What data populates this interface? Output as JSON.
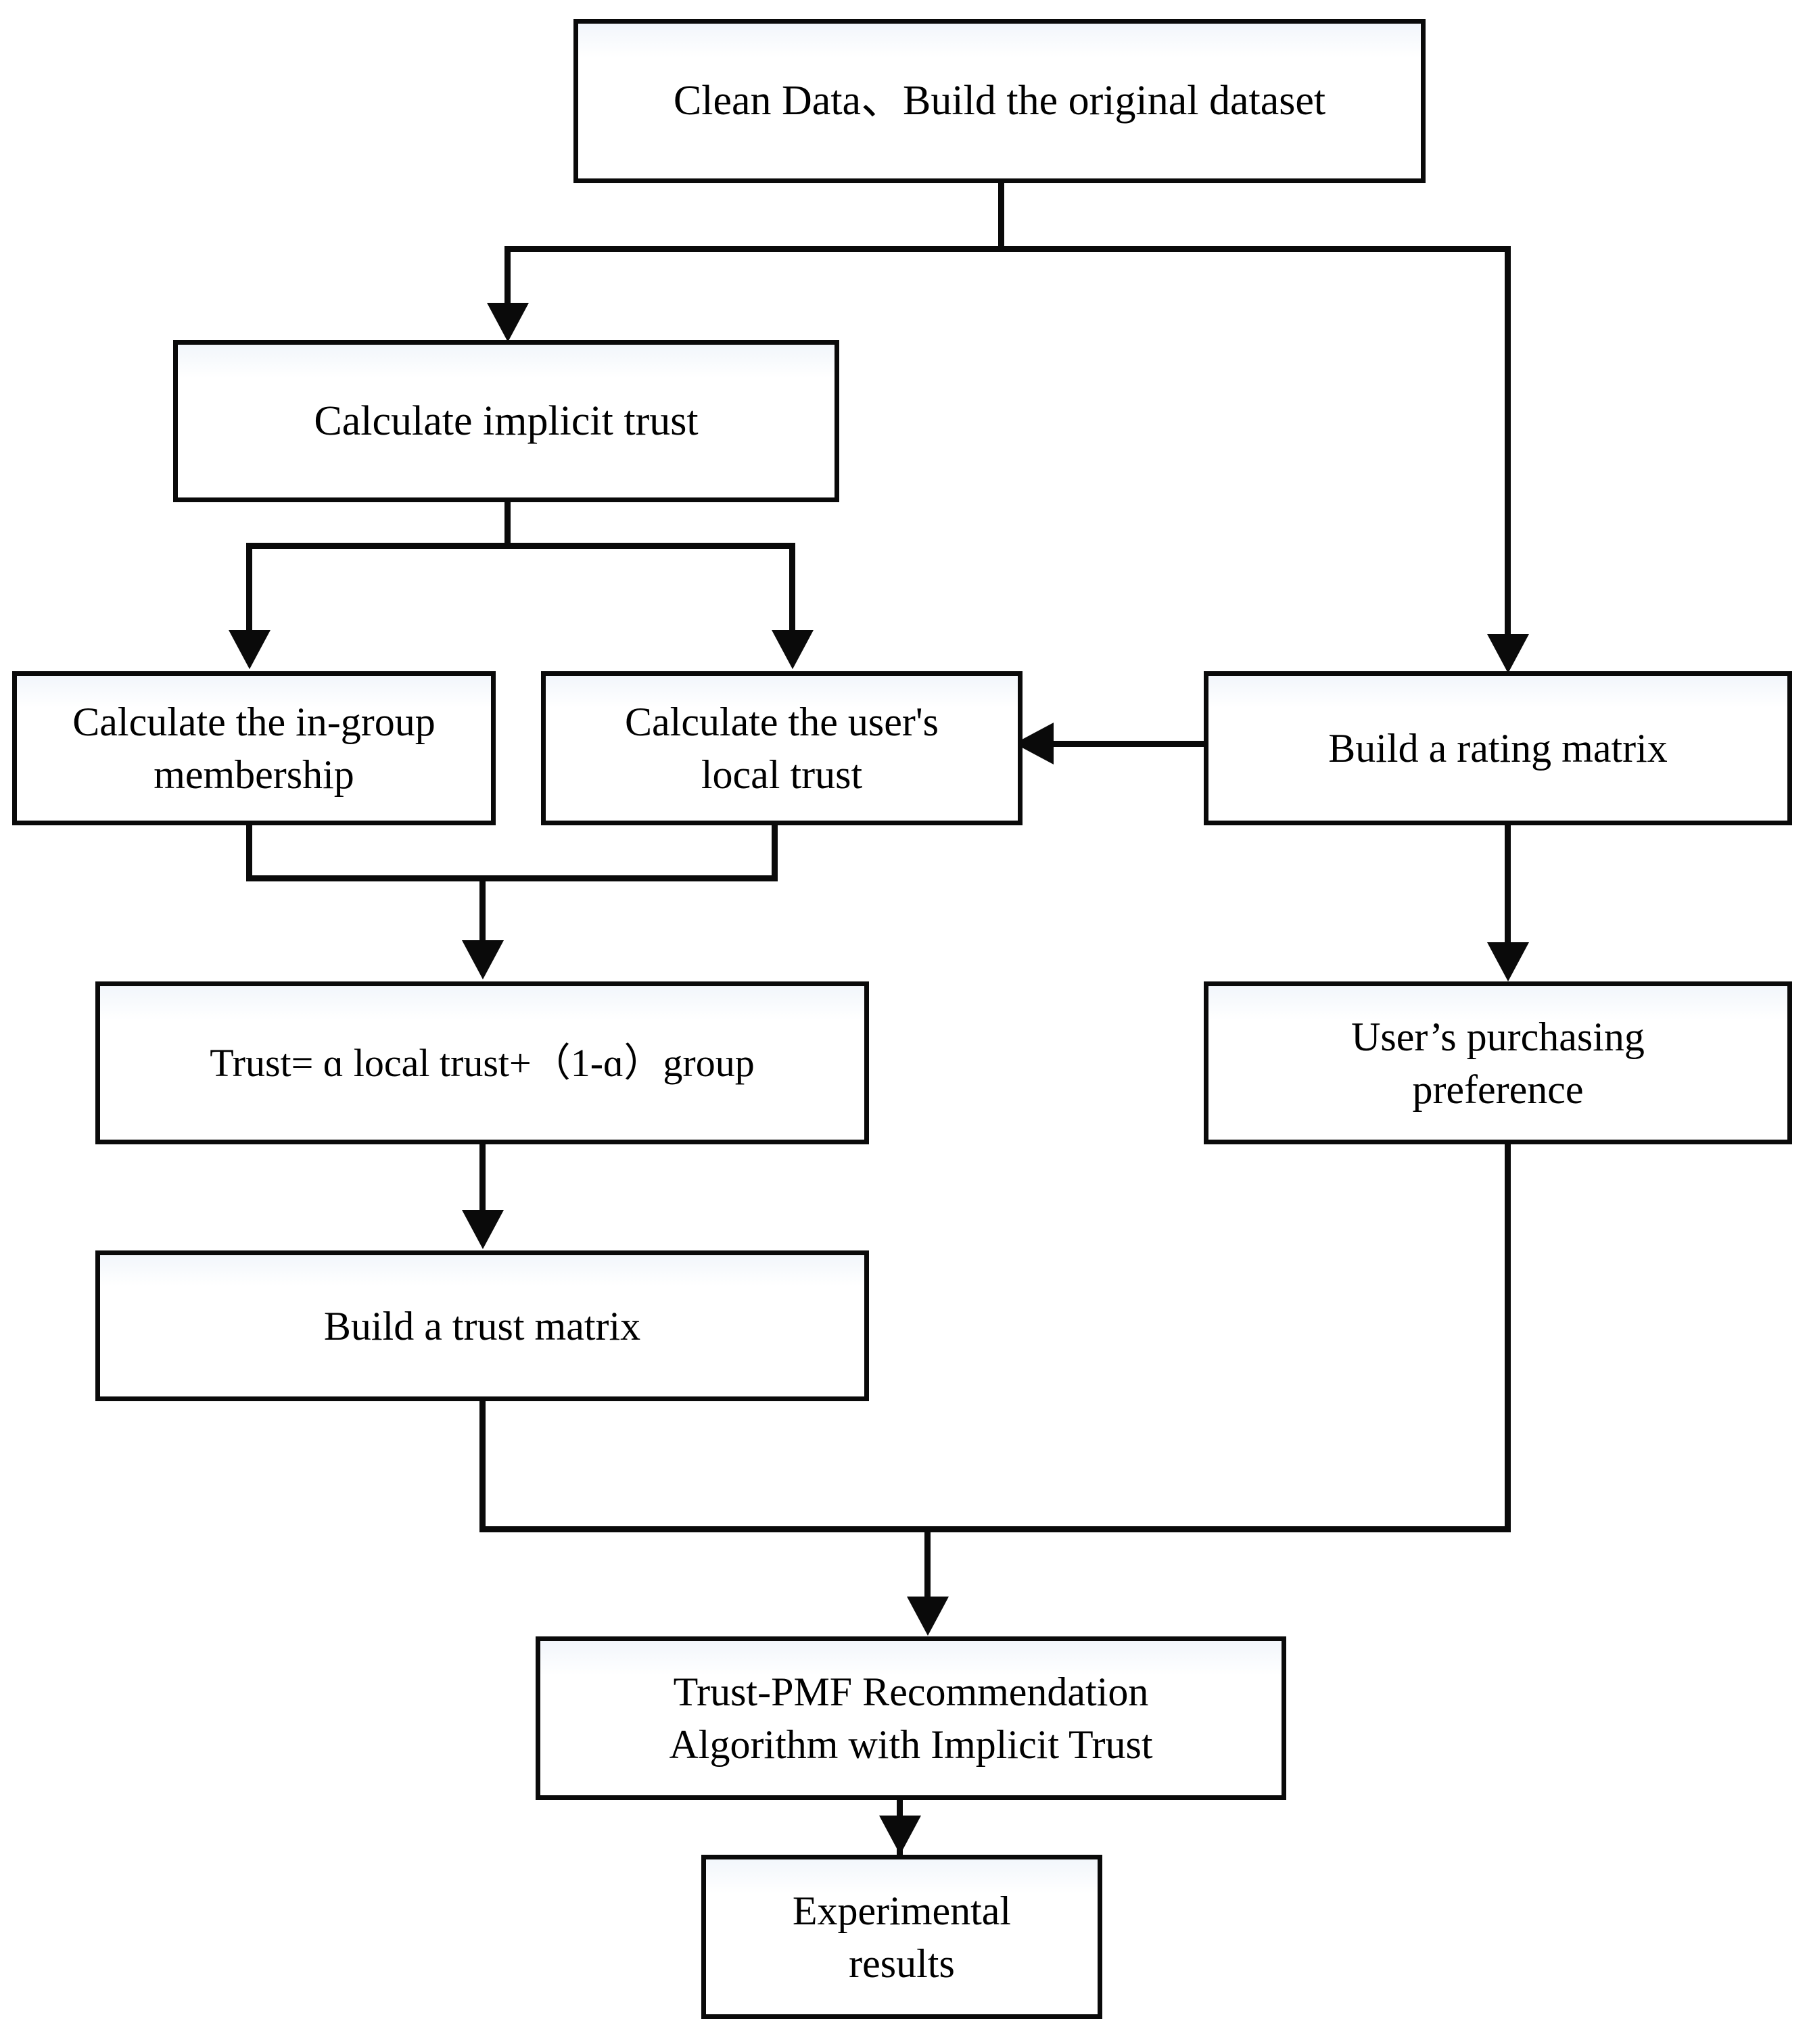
{
  "diagram": {
    "title": "Trust-PMF Recommendation Algorithm Flowchart",
    "type": "flowchart",
    "orientation": "top-to-bottom",
    "colors": {
      "stroke": "#0a0a0a",
      "fill": "#ffffff",
      "fill_tint": "#f2f6fb",
      "text": "#000000"
    },
    "nodes": [
      {
        "id": "clean-data",
        "label": "Clean Data、Build the original dataset",
        "shape": "rectangle"
      },
      {
        "id": "calculate-implicit-trust",
        "label": "Calculate implicit trust",
        "shape": "rectangle"
      },
      {
        "id": "in-group-membership",
        "label": "Calculate the in-group\nmembership",
        "shape": "rectangle"
      },
      {
        "id": "user-local-trust",
        "label": "Calculate the user's\nlocal trust",
        "shape": "rectangle"
      },
      {
        "id": "build-rating-matrix",
        "label": "Build a rating matrix",
        "shape": "rectangle"
      },
      {
        "id": "trust-formula",
        "label": "Trust= ɑ local trust+（1-ɑ）group",
        "shape": "rectangle"
      },
      {
        "id": "purchasing-preference",
        "label": "User’s purchasing\npreference",
        "shape": "rectangle"
      },
      {
        "id": "build-trust-matrix",
        "label": "Build a trust matrix",
        "shape": "rectangle"
      },
      {
        "id": "trust-pmf-algorithm",
        "label": "Trust-PMF Recommendation\nAlgorithm with Implicit Trust",
        "shape": "rectangle"
      },
      {
        "id": "experimental-results",
        "label": "Experimental\nresults",
        "shape": "rectangle"
      }
    ],
    "edges": [
      {
        "from": "clean-data",
        "to": "calculate-implicit-trust",
        "style": "orthogonal",
        "arrow": "down"
      },
      {
        "from": "clean-data",
        "to": "build-rating-matrix",
        "style": "orthogonal",
        "arrow": "down"
      },
      {
        "from": "calculate-implicit-trust",
        "to": "in-group-membership",
        "style": "orthogonal",
        "arrow": "down"
      },
      {
        "from": "calculate-implicit-trust",
        "to": "user-local-trust",
        "style": "orthogonal",
        "arrow": "down"
      },
      {
        "from": "build-rating-matrix",
        "to": "user-local-trust",
        "style": "straight",
        "arrow": "left"
      },
      {
        "from": "in-group-membership",
        "to": "trust-formula",
        "style": "orthogonal",
        "arrow": "down"
      },
      {
        "from": "user-local-trust",
        "to": "trust-formula",
        "style": "orthogonal",
        "arrow": "down"
      },
      {
        "from": "build-rating-matrix",
        "to": "purchasing-preference",
        "style": "straight",
        "arrow": "down"
      },
      {
        "from": "trust-formula",
        "to": "build-trust-matrix",
        "style": "straight",
        "arrow": "down"
      },
      {
        "from": "build-trust-matrix",
        "to": "trust-pmf-algorithm",
        "style": "orthogonal",
        "arrow": "down"
      },
      {
        "from": "purchasing-preference",
        "to": "trust-pmf-algorithm",
        "style": "orthogonal",
        "arrow": "down"
      },
      {
        "from": "trust-pmf-algorithm",
        "to": "experimental-results",
        "style": "straight",
        "arrow": "down"
      }
    ]
  }
}
